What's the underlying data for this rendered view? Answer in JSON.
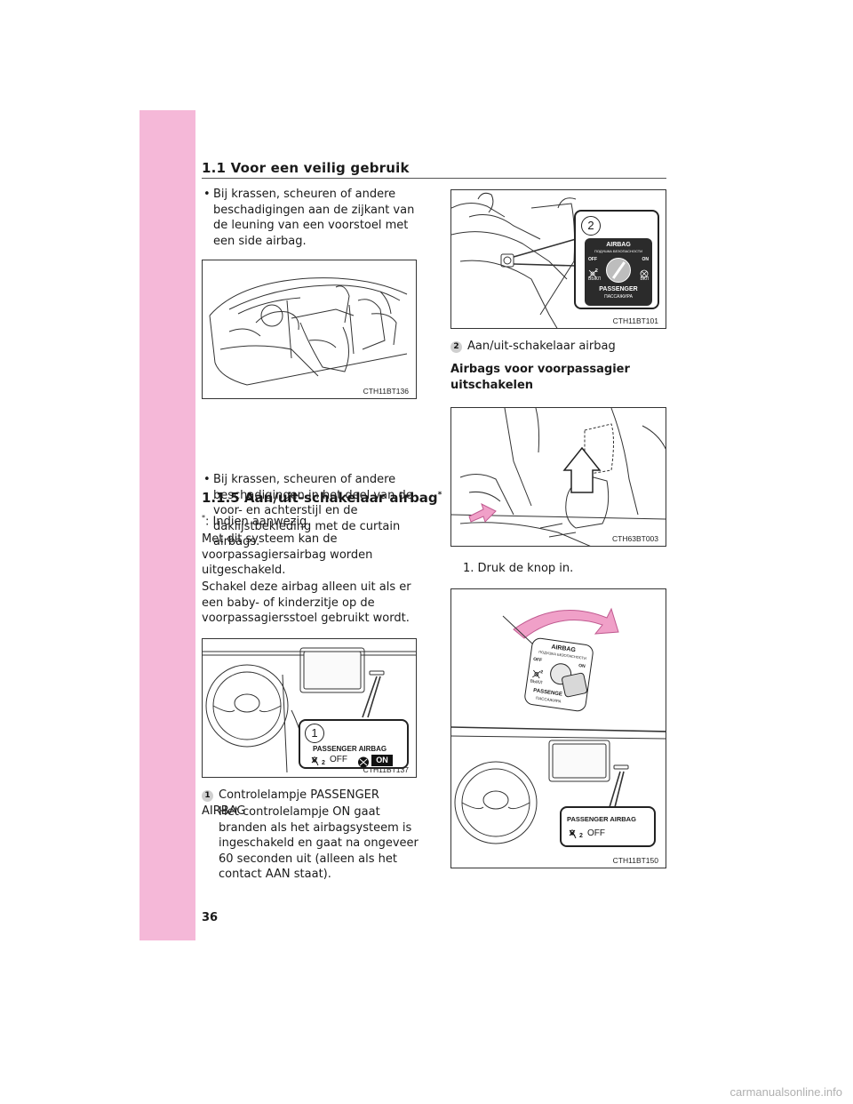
{
  "header": {
    "section_title": "1.1  Voor een veilig gebruik"
  },
  "left": {
    "bullet1": "Bij krassen, scheuren of andere beschadigingen aan de zijkant van de leuning van een voorstoel met een side airbag.",
    "fig1_code": "CTH11BT136",
    "bullet2": "Bij krassen, scheuren of andere beschadigingen in het deel van de voor- en achterstijl en de daklijstbekleding met de curtain airbags.",
    "heading": "1.1.5  Aan/uit-schakelaar airbag",
    "heading_mark": "*",
    "footnote_mark": "*",
    "footnote": ": Indien aanwezig",
    "para1": "Met dit systeem kan de voorpassagiersairbag worden uitgeschakeld.",
    "para2": "Schakel deze airbag alleen uit als er een baby- of kinderzitje op de voorpassagiersstoel gebruikt wordt.",
    "fig2_code": "CTH11BT137",
    "fig2_callout_num": "1",
    "fig2_callout_label": "PASSENGER AIRBAG",
    "fig2_off": "OFF",
    "fig2_on": "ON",
    "fig2_seat_num": "2",
    "item1_num": "1",
    "item1_title": "Controlelampje PASSENGER AIRBAG",
    "item1_text": "Het controlelampje ON gaat branden als het airbagsysteem is ingeschakeld en gaat na ongeveer 60 seconden uit (alleen als het contact AAN staat)."
  },
  "right": {
    "fig3_code": "CTH11BT101",
    "fig3_callout_num": "2",
    "fig3_switch": {
      "title": "AIRBAG",
      "title_ru": "ПОДУШКА  БЕЗОПАСНОСТИ",
      "off": "OFF",
      "on": "ON",
      "off_ru": "ВЫКЛ",
      "on_ru": "ВКЛ",
      "passenger": "PASSENGER",
      "passenger_ru": "ПАССАЖИРА",
      "seat_num": "2"
    },
    "item2_num": "2",
    "item2_title": "Aan/uit-schakelaar airbag",
    "subheading": "Airbags voor voorpassagier uitschakelen",
    "fig4_code": "CTH63BT003",
    "step1": "1. Druk de knop in.",
    "fig5_code": "CTH11BT150",
    "fig5_callout_label": "PASSENGER AIRBAG",
    "fig5_off": "OFF",
    "fig5_seat_num": "2",
    "fig5_switch": {
      "title": "AIRBAG",
      "title_ru": "ПОДУШКА  БЕЗОПАСНОСТИ",
      "off": "OFF",
      "on": "ON",
      "off_ru": "ВЫКЛ",
      "passenger": "PASSENGE",
      "passenger_ru": "ПАССАЖИРА",
      "seat_num": "2"
    }
  },
  "footer": {
    "page_number": "36",
    "watermark": "carmanualsonline.info"
  },
  "colors": {
    "band": "#f5b8d8",
    "arrow": "#f0a0c8",
    "arrow_stroke": "#c05a90"
  }
}
